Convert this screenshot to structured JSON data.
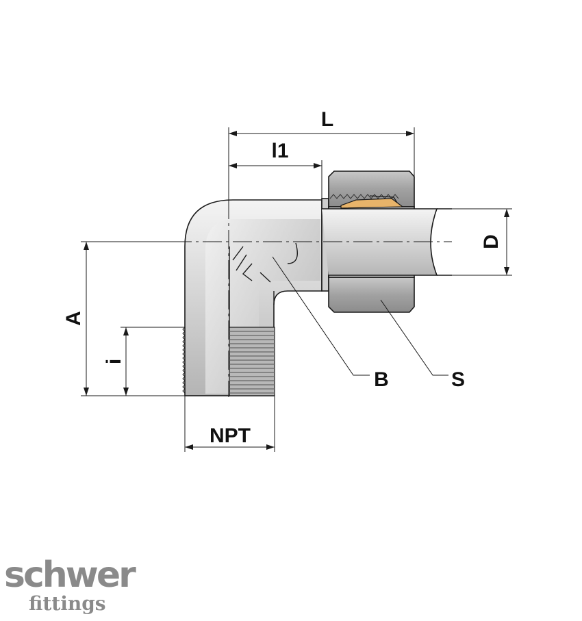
{
  "labels": {
    "L": "L",
    "l1": "l1",
    "D": "D",
    "A": "A",
    "i": "i",
    "NPT": "NPT",
    "B": "B",
    "S": "S"
  },
  "logo": {
    "brand": "schwer",
    "sub": "fittings"
  },
  "colors": {
    "metal": "#e2e2e2",
    "metal_dark": "#b9b9b9",
    "nut": "#a9a9a9",
    "ferrule": "#e8b46a",
    "line": "#1a1a1a",
    "logo": "#8a8a8a"
  }
}
